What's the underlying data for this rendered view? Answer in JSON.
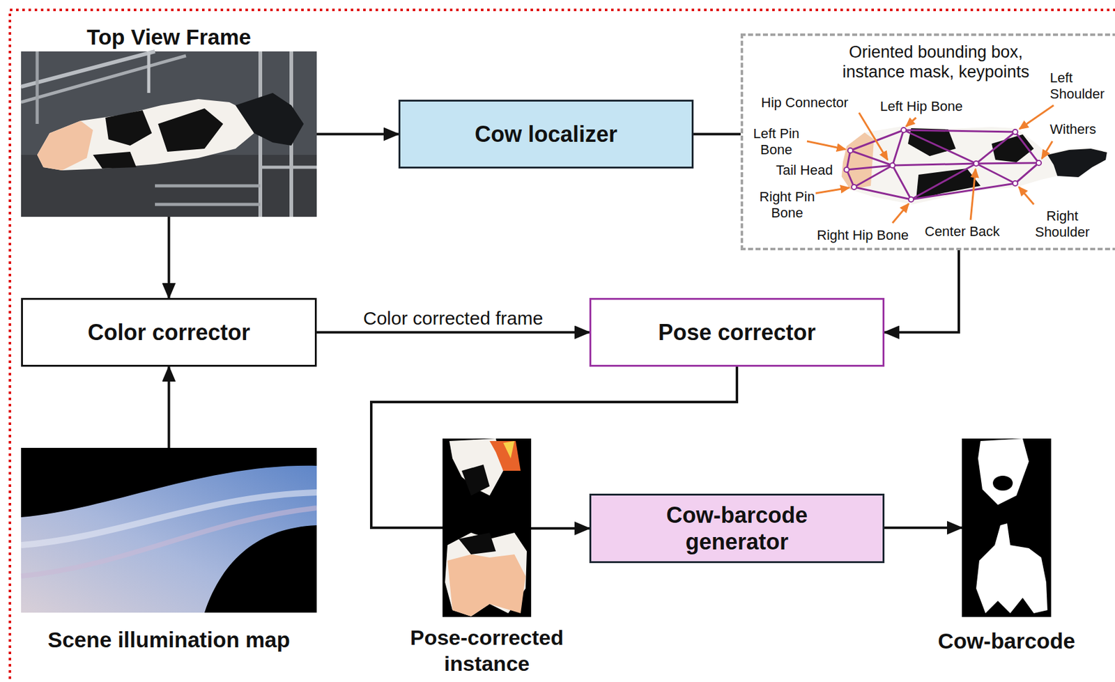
{
  "diagram": {
    "nodes": [
      {
        "text": [
          "Top View Frame"
        ]
      },
      {
        "text": [
          "Cow localizer"
        ]
      },
      {
        "text": [
          "Oriented bounding box, instance mask, keypoints"
        ]
      },
      {
        "text": [
          "Color corrector"
        ]
      },
      {
        "text": [
          "Pose corrector"
        ]
      },
      {
        "text": [
          "Scene illumination map"
        ]
      },
      {
        "text": [
          "Pose-corrected instance"
        ]
      },
      {
        "text": [
          "Cow-barcode generator"
        ]
      },
      {
        "text": [
          "Cow-barcode"
        ]
      }
    ],
    "edges": [
      {
        "from": 0,
        "to": 1,
        "arrow": "to"
      },
      {
        "from": 1,
        "to": 2,
        "arrow": "none"
      },
      {
        "from": 0,
        "to": 3,
        "arrow": "to"
      },
      {
        "from": 5,
        "to": 3,
        "arrow": "to"
      },
      {
        "from": 3,
        "to": 4,
        "label": "Color corrected frame",
        "arrow": "to"
      },
      {
        "from": 2,
        "to": 4,
        "arrow": "to"
      },
      {
        "from": 4,
        "to": 6,
        "arrow": "none"
      },
      {
        "from": 6,
        "to": 7,
        "arrow": "to"
      },
      {
        "from": 7,
        "to": 8,
        "arrow": "to"
      }
    ],
    "labels": [
      "Hip Connector",
      "Left Hip Bone",
      "Left Shoulder",
      "Withers",
      "Left Pin Bone",
      "Tail Head",
      "Right Pin Bone",
      "Right Hip Bone",
      "Center Back",
      "Right Shoulder"
    ]
  }
}
